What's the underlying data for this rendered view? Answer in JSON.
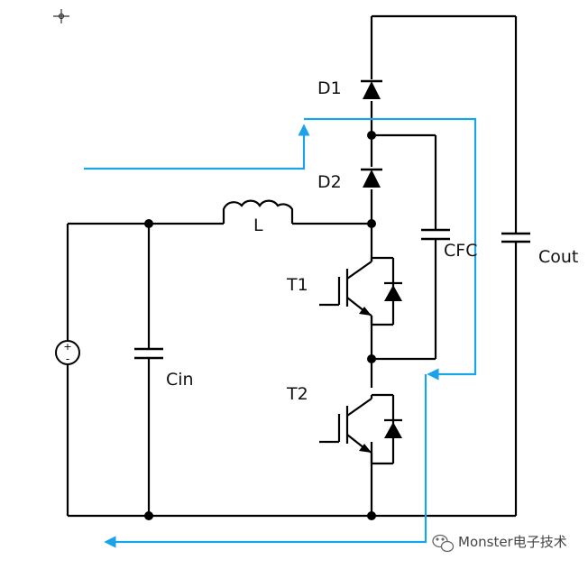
{
  "labels": {
    "d1": "D1",
    "d2": "D2",
    "inductor": "L",
    "cfc": "CFC",
    "cout": "Cout",
    "t1": "T1",
    "t2": "T2",
    "cin": "Cin"
  },
  "source": {
    "plus": "+",
    "minus": "-"
  },
  "watermark": {
    "text": "Monster电子技术",
    "icon": "wechat-icon"
  },
  "colors": {
    "wire": "#000000",
    "current_path": "#1aa3e8"
  }
}
